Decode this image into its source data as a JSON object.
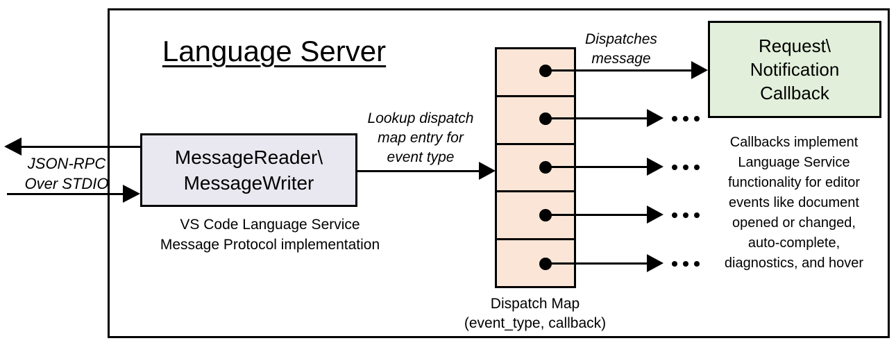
{
  "diagram": {
    "title": "Language Server",
    "io_label": {
      "lines": [
        "JSON-RPC",
        "Over STDIO"
      ]
    },
    "reader_box": {
      "lines": [
        "MessageReader\\",
        "MessageWriter"
      ],
      "fill": "#e9e8f0"
    },
    "reader_caption": {
      "lines": [
        "VS Code Language Service",
        "Message Protocol implementation"
      ]
    },
    "lookup_label": {
      "lines": [
        "Lookup dispatch",
        "map entry for",
        "event type"
      ]
    },
    "dispatch_map": {
      "cell_count": 5,
      "cell_fill": "#fbe5d6",
      "caption_lines": [
        "Dispatch Map",
        "(event_type, callback)"
      ]
    },
    "dispatches_label": {
      "lines": [
        "Dispatches",
        "message"
      ]
    },
    "callback_box": {
      "lines": [
        "Request\\",
        "Notification",
        "Callback"
      ],
      "fill": "#e2efda"
    },
    "callbacks_note": {
      "lines": [
        "Callbacks implement",
        "Language Service",
        "functionality for editor",
        "events like document",
        "opened or changed,",
        "auto-complete,",
        "diagnostics, and hover"
      ]
    },
    "colors": {
      "border": "#000000",
      "background": "#ffffff"
    }
  }
}
